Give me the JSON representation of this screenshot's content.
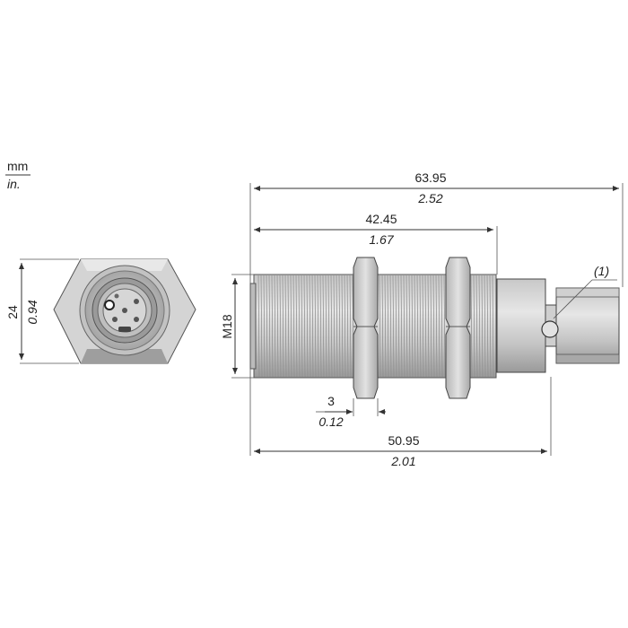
{
  "units": {
    "primary": "mm",
    "secondary": "in."
  },
  "dimensions": {
    "across_flats": {
      "mm": "24",
      "in": "0.94"
    },
    "thread": "M18",
    "overall_length": {
      "mm": "63.95",
      "in": "2.52"
    },
    "threaded_length": {
      "mm": "42.45",
      "in": "1.67"
    },
    "nut_width": {
      "mm": "3",
      "in": "0.12"
    },
    "body_length": {
      "mm": "50.95",
      "in": "2.01"
    }
  },
  "callout": "(1)",
  "colors": {
    "metal_light": "#d9d9d9",
    "metal_mid": "#bdbdbd",
    "metal_dark": "#8c8c8c",
    "line": "#333333"
  }
}
